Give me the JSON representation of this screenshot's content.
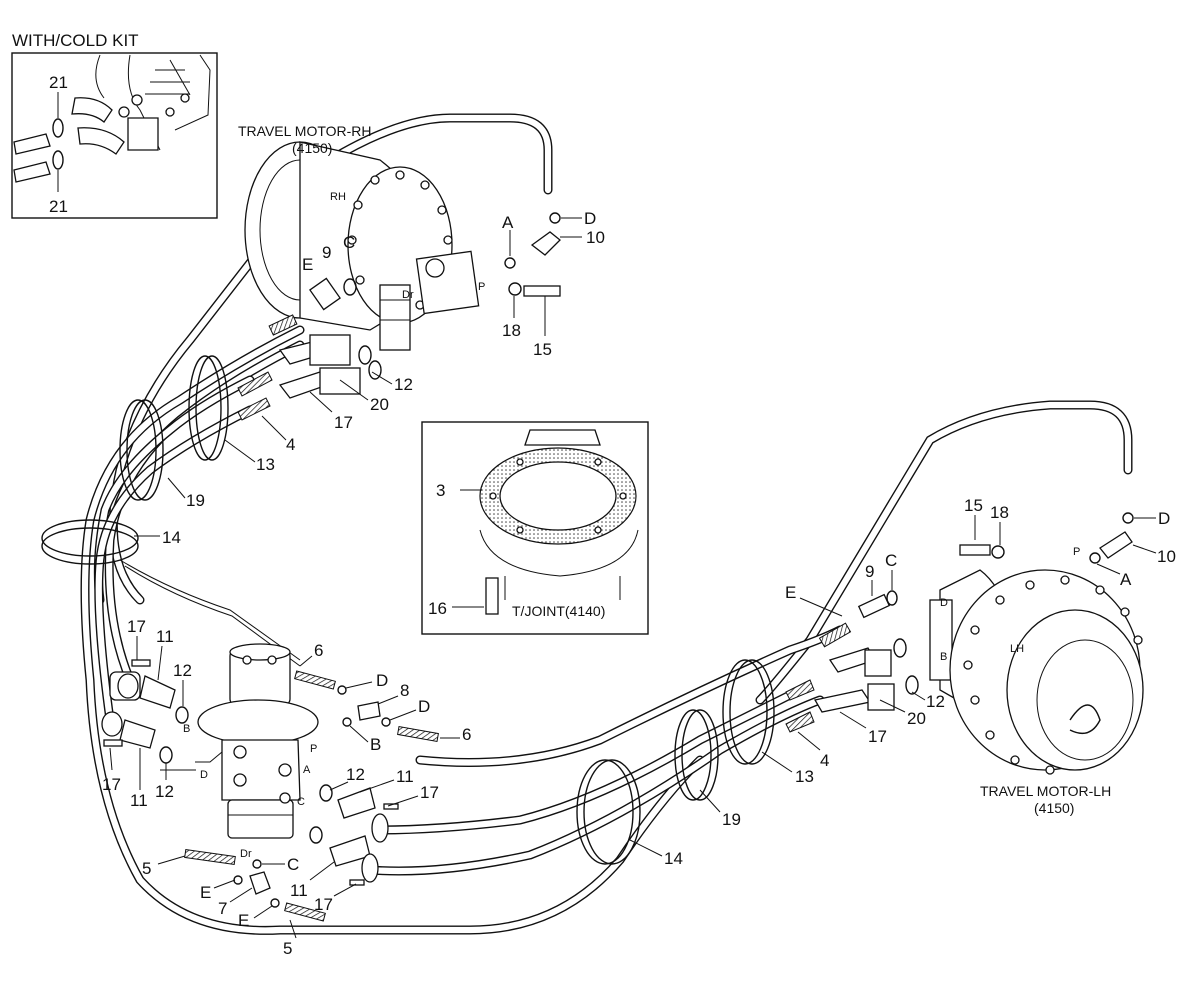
{
  "inset": {
    "title": "WITH/COLD KIT",
    "callout_top": "21",
    "callout_bottom": "21"
  },
  "motor_rh": {
    "title": "TRAVEL MOTOR-RH",
    "code": "(4150)",
    "side_mark": "RH",
    "port_p": "P",
    "port_dr": "Dr"
  },
  "motor_lh": {
    "title": "TRAVEL MOTOR-LH",
    "code": "(4150)",
    "side_mark": "LH",
    "port_p": "P",
    "port_d": "D",
    "port_b": "B"
  },
  "tjoint": {
    "title": "T/JOINT(4140)",
    "callout_gasket": "3",
    "callout_bolt": "16",
    "port_p": "P",
    "port_a": "A",
    "port_b": "B",
    "port_c": "C",
    "port_d": "D",
    "port_dr": "Dr"
  },
  "callouts": {
    "rh_A": "A",
    "rh_D": "D",
    "rh_10": "10",
    "rh_18": "18",
    "rh_15": "15",
    "rh_E": "E",
    "rh_9": "9",
    "rh_C": "C",
    "rh_12": "12",
    "rh_20": "20",
    "rh_17": "17",
    "rh_4": "4",
    "rh_13": "13",
    "rh_19": "19",
    "rh_14": "14",
    "lh_15": "15",
    "lh_18": "18",
    "lh_D": "D",
    "lh_10": "10",
    "lh_A": "A",
    "lh_9": "9",
    "lh_C": "C",
    "lh_E": "E",
    "lh_12": "12",
    "lh_20": "20",
    "lh_17": "17",
    "lh_4": "4",
    "lh_13": "13",
    "lh_19": "19",
    "lh_14": "14",
    "c17_top": "17",
    "c11_top": "11",
    "c12_top": "12",
    "c17_mid": "17",
    "c11_mid": "11",
    "c12_mid": "12",
    "c6_top": "6",
    "cD_top": "D",
    "c8": "8",
    "cD_mid": "D",
    "cB": "B",
    "c6_mid": "6",
    "c12_right": "12",
    "c11_right": "11",
    "c17_right": "17",
    "cC": "C",
    "c5_top": "5",
    "cE_top": "E",
    "c7": "7",
    "cE_bot": "E",
    "c5_bot": "5",
    "c11_bot": "11",
    "c17_bot": "17"
  }
}
